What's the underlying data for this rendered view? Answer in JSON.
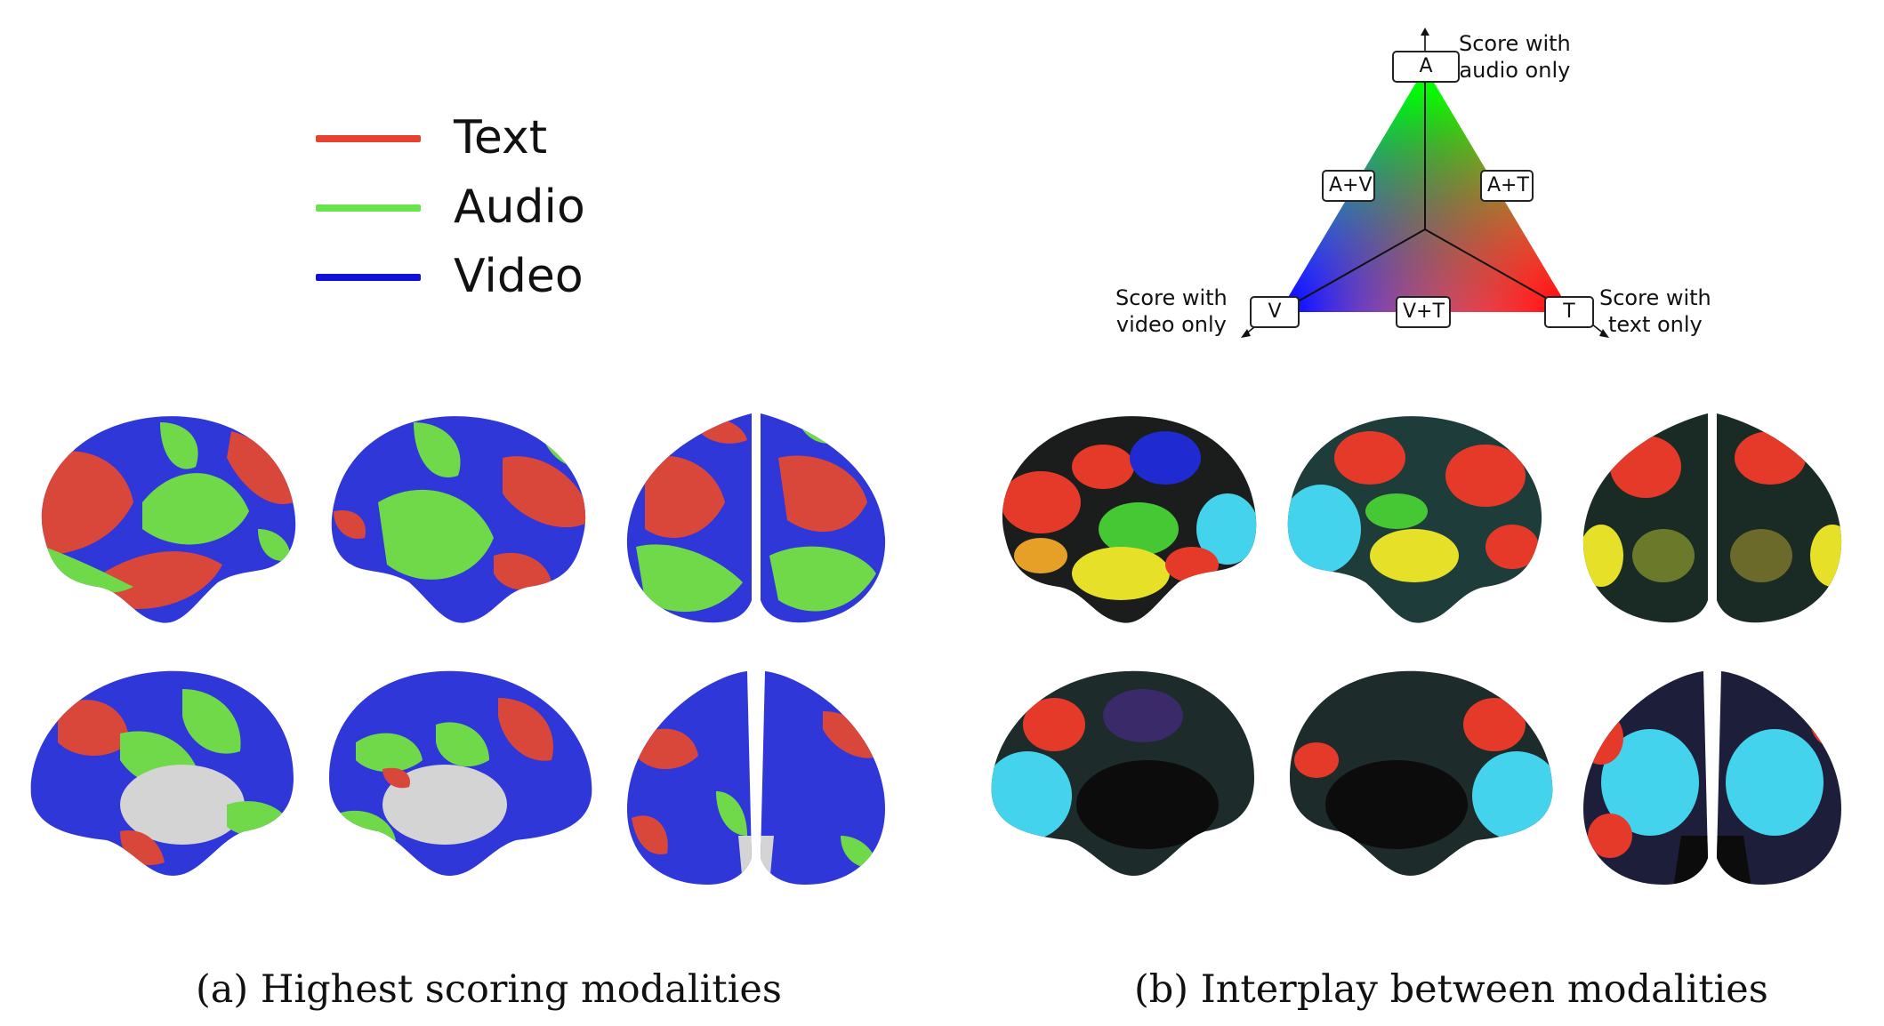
{
  "legend": {
    "items": [
      {
        "label": "Text",
        "color": "#e8412f"
      },
      {
        "label": "Audio",
        "color": "#69e44c"
      },
      {
        "label": "Video",
        "color": "#1111d8"
      }
    ]
  },
  "triangle_key": {
    "vertex_a": "A",
    "vertex_v": "V",
    "vertex_t": "T",
    "edge_av": "A+V",
    "edge_at": "A+T",
    "edge_vt": "V+T",
    "note_audio_1": "Score with",
    "note_audio_2": "audio only",
    "note_video_1": "Score with",
    "note_video_2": "video only",
    "note_text_1": "Score with",
    "note_text_2": "text only"
  },
  "colors": {
    "text": "#d9473a",
    "audio": "#6fd94a",
    "video": "#2f37d8",
    "medial_wall": "#d4d4d4",
    "dark_cortex": "#1a1d1c",
    "cyan": "#43d3ec",
    "yellow": "#e6e028"
  },
  "captions": {
    "panel_a": "(a) Highest scoring modalities",
    "panel_b": "(b) Interplay between modalities"
  }
}
